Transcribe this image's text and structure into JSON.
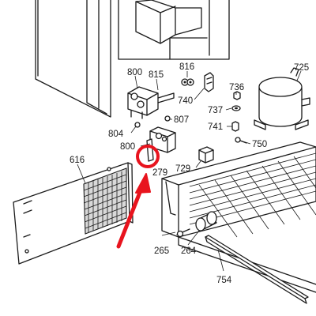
{
  "callouts": {
    "c800a": "800",
    "c815": "815",
    "c816": "816",
    "c725": "725",
    "c740": "740",
    "c736": "736",
    "c807": "807",
    "c737": "737",
    "c804": "804",
    "c741": "741",
    "c800b": "800",
    "c750": "750",
    "c616": "616",
    "c729": "729",
    "c279": "279",
    "c265": "265",
    "c264": "264",
    "c754": "754"
  },
  "highlight": {
    "color": "#e8141e",
    "marks": "part 800 (lower)"
  }
}
